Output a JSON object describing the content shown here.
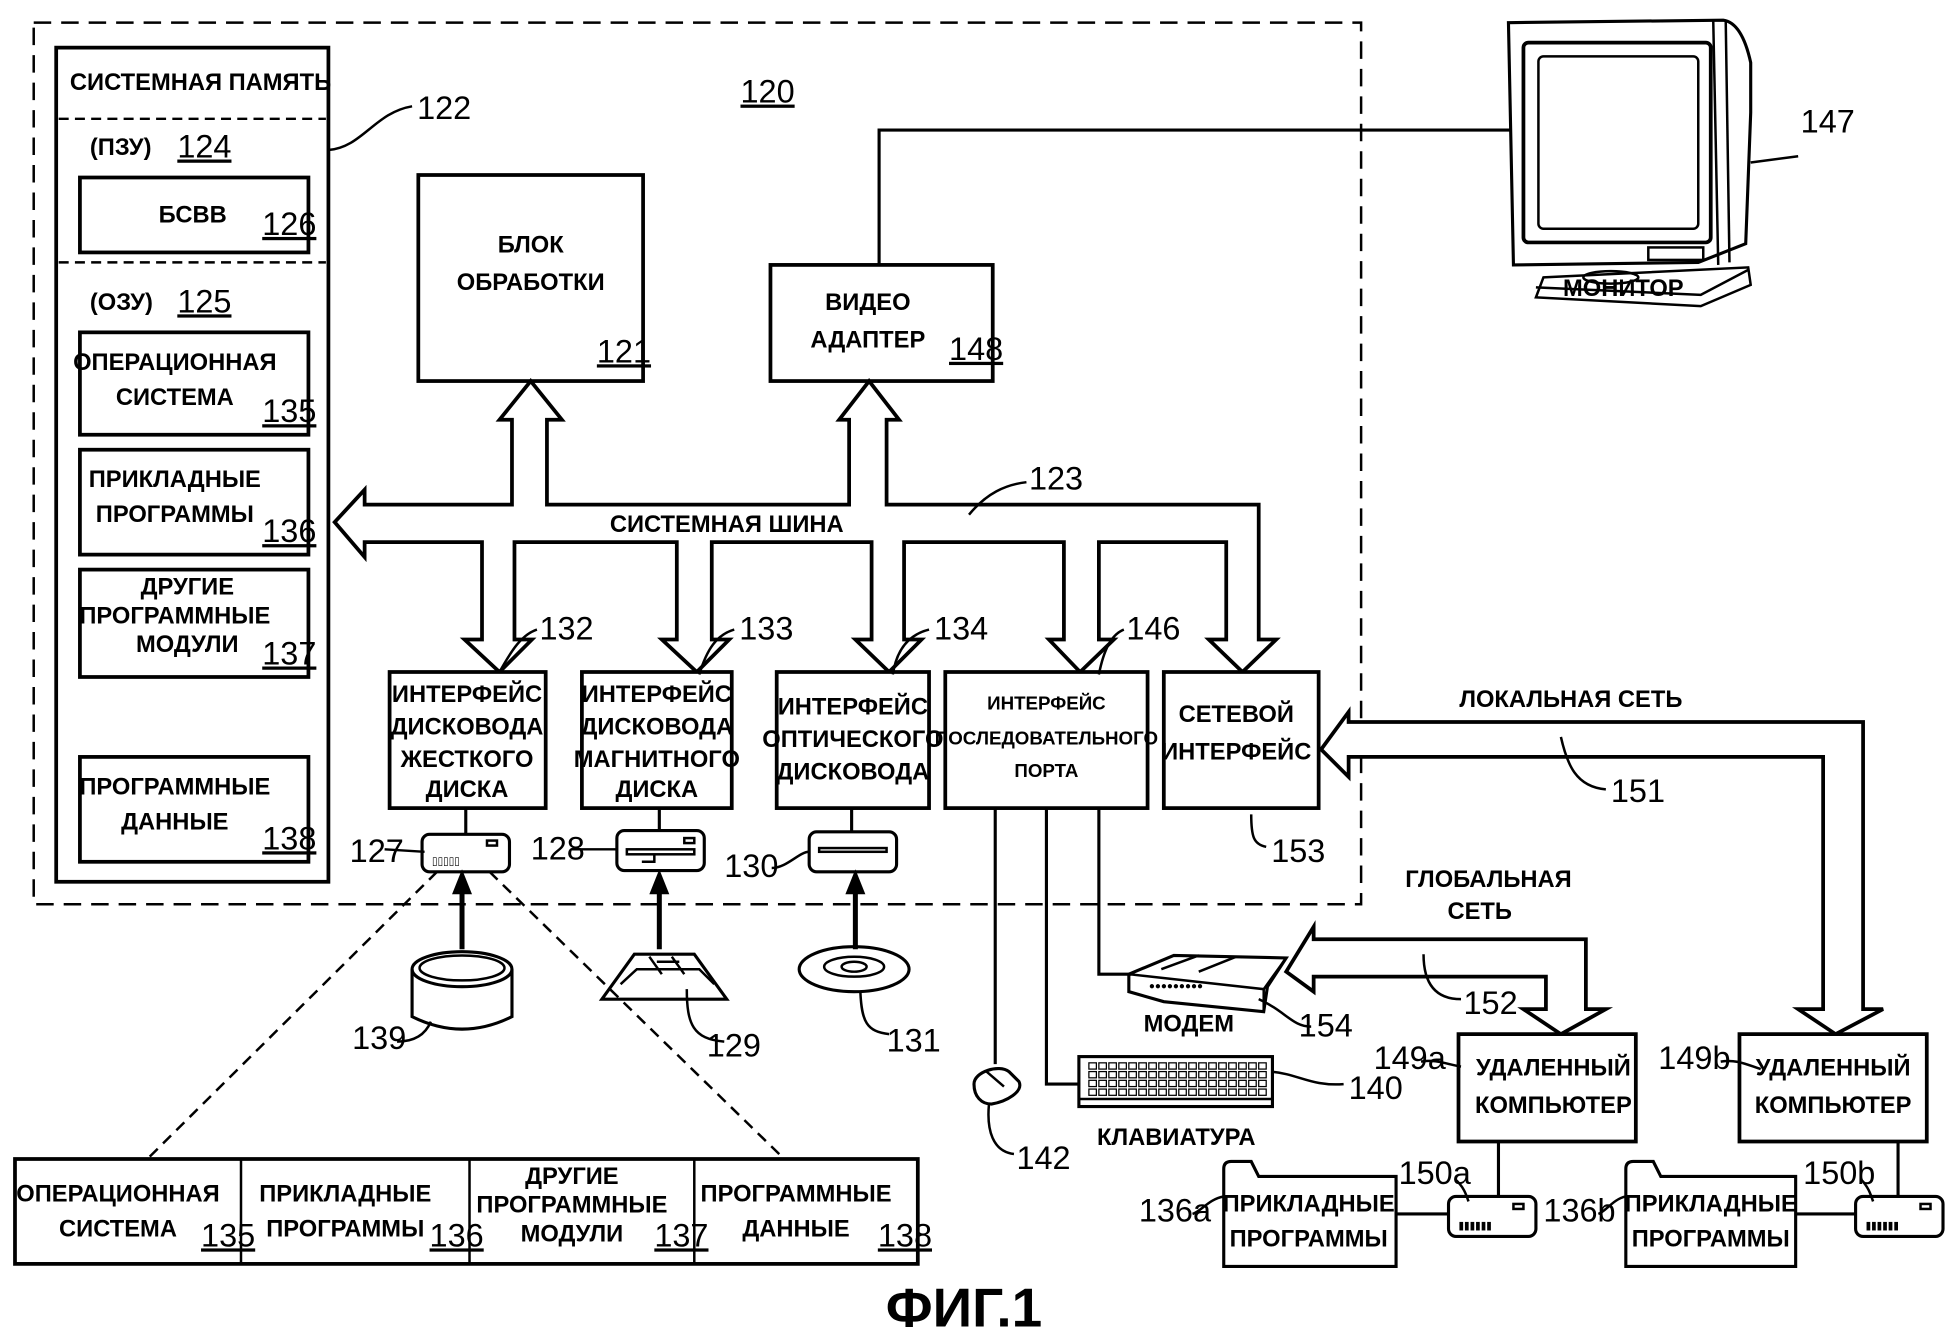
{
  "figure": {
    "caption": "ФИГ.1"
  },
  "computer": {
    "ref": "120"
  },
  "system_memory": {
    "title": "СИСТЕМНАЯ ПАМЯТЬ",
    "ref": "122",
    "rom": {
      "label": "(ПЗУ)",
      "ref": "124"
    },
    "bios": {
      "label": "БСВВ",
      "ref": "126"
    },
    "ram": {
      "label": "(ОЗУ)",
      "ref": "125"
    },
    "items": [
      {
        "lines": [
          "ОПЕРАЦИОННАЯ",
          "СИСТЕМА"
        ],
        "ref": "135"
      },
      {
        "lines": [
          "ПРИКЛАДНЫЕ",
          "ПРОГРАММЫ"
        ],
        "ref": "136"
      },
      {
        "lines": [
          "ДРУГИЕ",
          "ПРОГРАММНЫЕ",
          "МОДУЛИ"
        ],
        "ref": "137"
      },
      {
        "lines": [
          "ПРОГРАММНЫЕ",
          "ДАННЫЕ"
        ],
        "ref": "138"
      }
    ]
  },
  "processing_unit": {
    "lines": [
      "БЛОК",
      "ОБРАБОТКИ"
    ],
    "ref": "121"
  },
  "video_adapter": {
    "lines": [
      "ВИДЕО",
      "АДАПТЕР"
    ],
    "ref": "148"
  },
  "monitor": {
    "label": "МОНИТОР",
    "ref": "147"
  },
  "system_bus": {
    "label": "СИСТЕМНАЯ ШИНА",
    "ref": "123"
  },
  "interfaces": [
    {
      "lines": [
        "ИНТЕРФЕЙС",
        "ДИСКОВОДА",
        "ЖЕСТКОГО",
        "ДИСКА"
      ],
      "ref": "132"
    },
    {
      "lines": [
        "ИНТЕРФЕЙС",
        "ДИСКОВОДА",
        "МАГНИТНОГО",
        "ДИСКА"
      ],
      "ref": "133"
    },
    {
      "lines": [
        "ИНТЕРФЕЙС",
        "ОПТИЧЕСКОГО",
        "ДИСКОВОДА"
      ],
      "ref": "134"
    },
    {
      "lines": [
        "ИНТЕРФЕЙС",
        "ПОСЛЕДОВАТЕЛЬНОГО",
        "ПОРТА"
      ],
      "ref": "146"
    },
    {
      "lines": [
        "СЕТЕВОЙ",
        "ИНТЕРФЕЙС"
      ],
      "ref": "153"
    }
  ],
  "drives": {
    "hard_disk": {
      "ref": "127"
    },
    "magnetic_disk": {
      "ref": "128"
    },
    "optical_disk": {
      "ref": "130"
    }
  },
  "media": {
    "hard_disk_media": {
      "ref": "139"
    },
    "floppy": {
      "ref": "129"
    },
    "cd": {
      "ref": "131"
    }
  },
  "peripherals": {
    "mouse": {
      "ref": "142"
    },
    "keyboard": {
      "label": "КЛАВИАТУРА",
      "ref": "140"
    },
    "modem": {
      "label": "МОДЕМ",
      "ref": "154"
    }
  },
  "networks": {
    "lan": {
      "label": "ЛОКАЛЬНАЯ СЕТЬ",
      "ref": "151"
    },
    "wan": {
      "lines": [
        "ГЛОБАЛЬНАЯ",
        "СЕТЬ"
      ],
      "ref": "152"
    }
  },
  "remote": [
    {
      "lines": [
        "УДАЛЕННЫЙ",
        "КОМПЬЮТЕР"
      ],
      "ref": "149a",
      "storage_ref": "150a",
      "apps": {
        "lines": [
          "ПРИКЛАДНЫЕ",
          "ПРОГРАММЫ"
        ],
        "ref": "136a"
      }
    },
    {
      "lines": [
        "УДАЛЕННЫЙ",
        "КОМПЬЮТЕР"
      ],
      "ref": "149b",
      "storage_ref": "150b",
      "apps": {
        "lines": [
          "ПРИКЛАДНЫЕ",
          "ПРОГРАММЫ"
        ],
        "ref": "136b"
      }
    }
  ],
  "hdd_contents": [
    {
      "lines": [
        "ОПЕРАЦИОННАЯ",
        "СИСТЕМА"
      ],
      "ref": "135"
    },
    {
      "lines": [
        "ПРИКЛАДНЫЕ",
        "ПРОГРАММЫ"
      ],
      "ref": "136"
    },
    {
      "lines": [
        "ДРУГИЕ",
        "ПРОГРАММНЫЕ",
        "МОДУЛИ"
      ],
      "ref": "137"
    },
    {
      "lines": [
        "ПРОГРАММНЫЕ",
        "ДАННЫЕ"
      ],
      "ref": "138"
    }
  ]
}
